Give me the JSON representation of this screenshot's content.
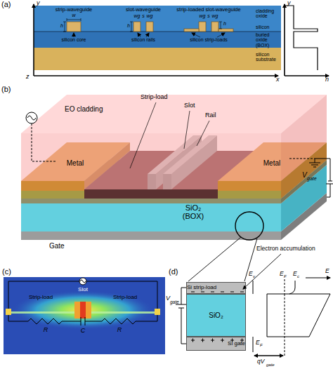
{
  "diagram": {
    "nodes": [
      {
        "text": [
          "Metal"
        ]
      },
      {
        "text": [
          "Metal"
        ]
      },
      {
        "text": [
          "SiO₂ (BOX)"
        ]
      },
      {
        "text": [
          "Si strip-load"
        ]
      },
      {
        "text": [
          "SiO₂"
        ]
      },
      {
        "text": [
          "Si gate"
        ]
      }
    ],
    "labels": [
      "(a)",
      "y",
      "strip-waveguide",
      "slot-waveguide",
      "strip-loaded slot-waveguide",
      "w",
      "h",
      "wg",
      "s",
      "wg",
      "h",
      "wg",
      "s",
      "wg",
      "h",
      "silicon core",
      "silicon rails",
      "silicon strip-loads",
      "cladding oxide",
      "silicon",
      "buried oxide (BOX)",
      "silicon substrate",
      "z",
      "x",
      "y",
      "n",
      "(b)",
      "EO cladding",
      "Strip-load",
      "Slot",
      "Rail",
      "V",
      "gate",
      "Gate",
      "Electron accumulation",
      "(c)",
      "Slot",
      "Strip-load",
      "Strip-load",
      "R",
      "C",
      "R",
      "(d)",
      "V",
      "gate",
      "E",
      "v",
      "E",
      "F",
      "E",
      "c",
      "E",
      "E",
      "F",
      "qV",
      "gate"
    ]
  }
}
